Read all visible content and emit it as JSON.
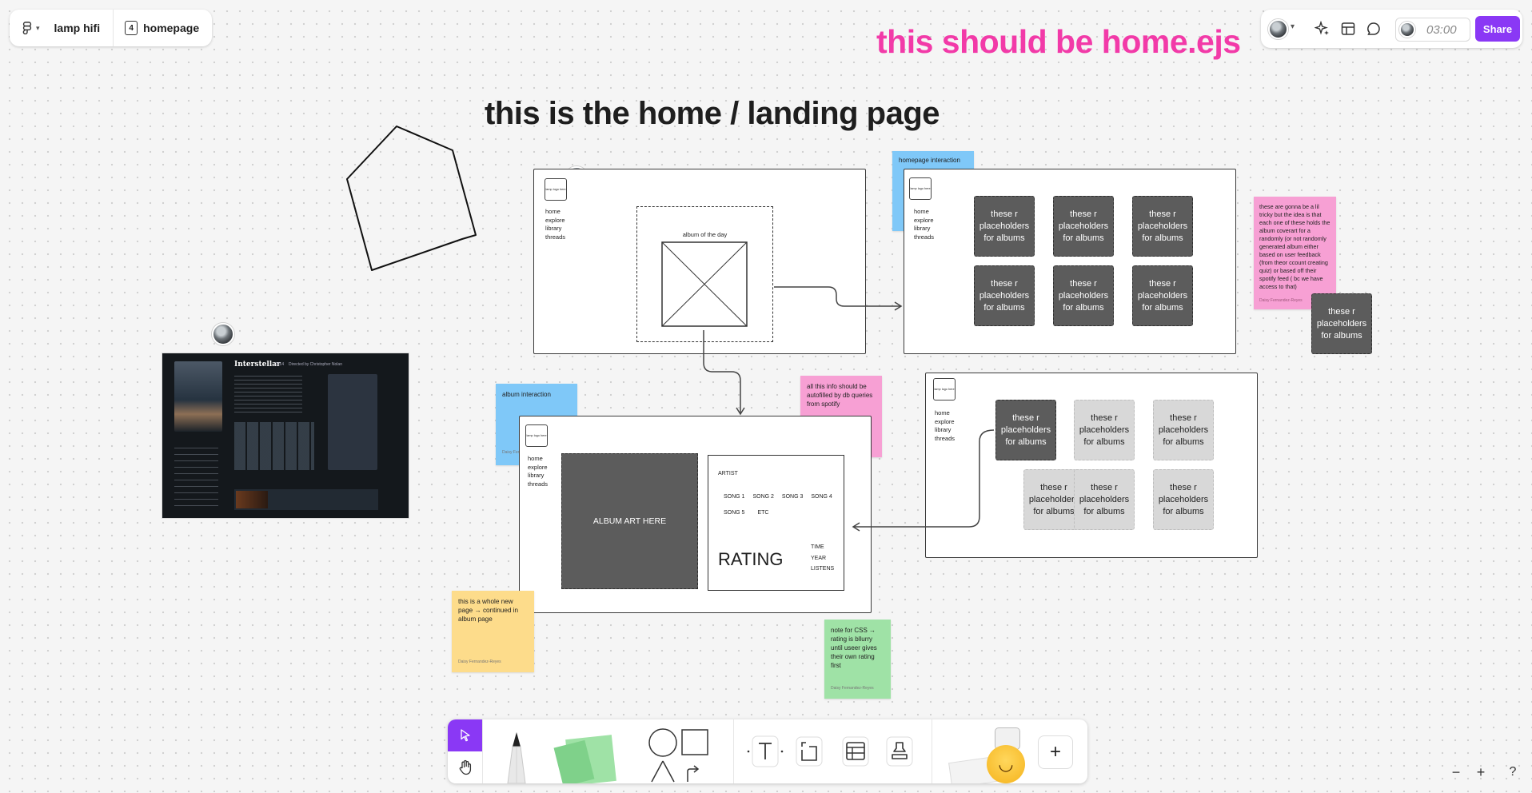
{
  "file": {
    "project": "lamp hifi",
    "page_count": "4",
    "page": "homepage"
  },
  "canvas_annotation_pink": "this should be home.ejs",
  "page_heading": "this is the home / landing page",
  "topbar": {
    "timer": "03:00",
    "share": "Share"
  },
  "nav_items": [
    "home",
    "explore",
    "library",
    "threads"
  ],
  "logo_text": "lamp logo here",
  "album_of_day_label": "album of the day",
  "placeholder_text": "these r placeholders for albums",
  "sticky_homepage_interaction": "homepage interaction",
  "sticky_album_interaction": "album interaction",
  "sticky_pink_note": "these are gonna be a lil tricky but the idea is that each one of these holds the album coverart for a randomly (or not randomly generated album either based on user feedback (from theor ccount creating quiz) or based off their spotify feed ( bc we have access to that)",
  "sticky_autofill": "all this info should be autofilled by db queries from spotify",
  "sticky_new_page": "this is a whole new page → continued in album page",
  "sticky_css_note": "note for CSS → rating is bllurry until useer gives their own rating first",
  "sticky_author": "Daisy Fernandez-Reyes",
  "album_page": {
    "art_label": "ALBUM ART HERE",
    "artist": "ARTIST",
    "songs": [
      "SONG 1",
      "SONG 2",
      "SONG 3",
      "SONG 4",
      "SONG 5",
      "ETC"
    ],
    "rating": "RATING",
    "meta": [
      "TIME",
      "YEAR",
      "LISTENS"
    ]
  },
  "screenshot_card": {
    "title": "Interstellar",
    "year": "2014",
    "director": "Directed by Christopher Nolan"
  },
  "colors": {
    "accent_pink": "#f23aa8",
    "share_purple": "#8a38f5",
    "select_tool": "#8a38f5"
  }
}
